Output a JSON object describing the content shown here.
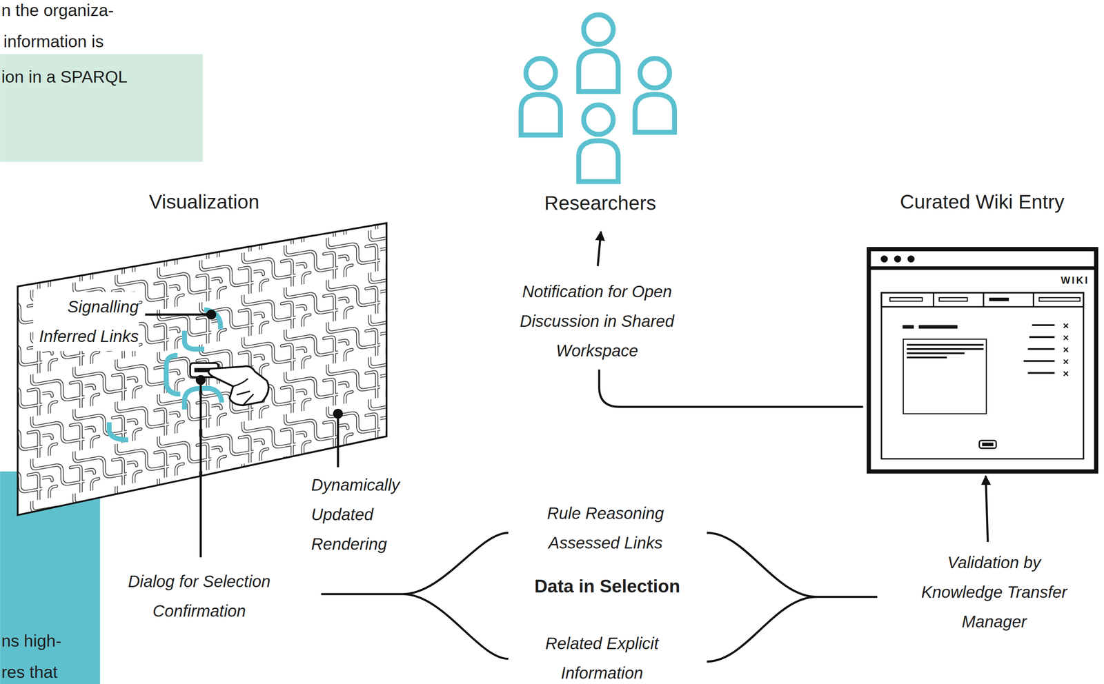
{
  "diagram": {
    "nodes": [
      {
        "text": [
          "Visualization"
        ]
      },
      {
        "text": [
          "Researchers"
        ]
      },
      {
        "text": [
          "Curated Wiki Entry",
          "WIKI"
        ]
      },
      {
        "text": [
          "Data in Selection"
        ]
      }
    ],
    "edges": [
      {
        "from": 0,
        "to": 3,
        "arrow": "none",
        "label": "Dialog for Selection Confirmation"
      },
      {
        "from": 3,
        "to": 2,
        "arrow": "to",
        "label": "Validation by Knowledge Transfer Manager"
      },
      {
        "from": 2,
        "to": 1,
        "arrow": "to",
        "label": "Notification for Open Discussion in Shared Workspace"
      }
    ],
    "labels": [
      "n the organiza-",
      "information is",
      "ion in a SPARQL",
      "Signalling Inferred Links",
      "Dynamically Updated Rendering",
      "Rule Reasoning Assessed Links",
      "Related Explicit Information",
      "ns high-",
      "res that"
    ]
  }
}
